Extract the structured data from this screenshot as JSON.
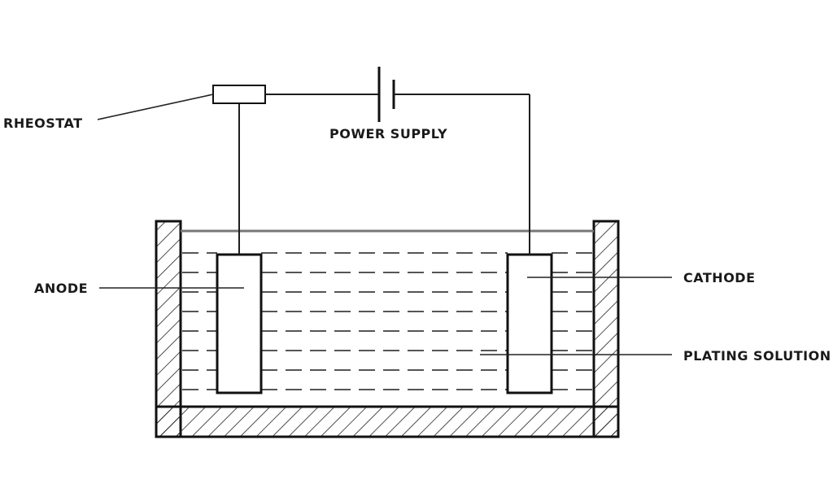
{
  "labels": {
    "rheostat": "RHEOSTAT",
    "power_supply": "POWER SUPPLY",
    "anode": "ANODE",
    "cathode": "CATHODE",
    "plating_solution": "PLATING SOLUTION"
  },
  "colors": {
    "line": "#1e1e1e",
    "solution_dashes": "#555555",
    "background": "#ffffff"
  }
}
